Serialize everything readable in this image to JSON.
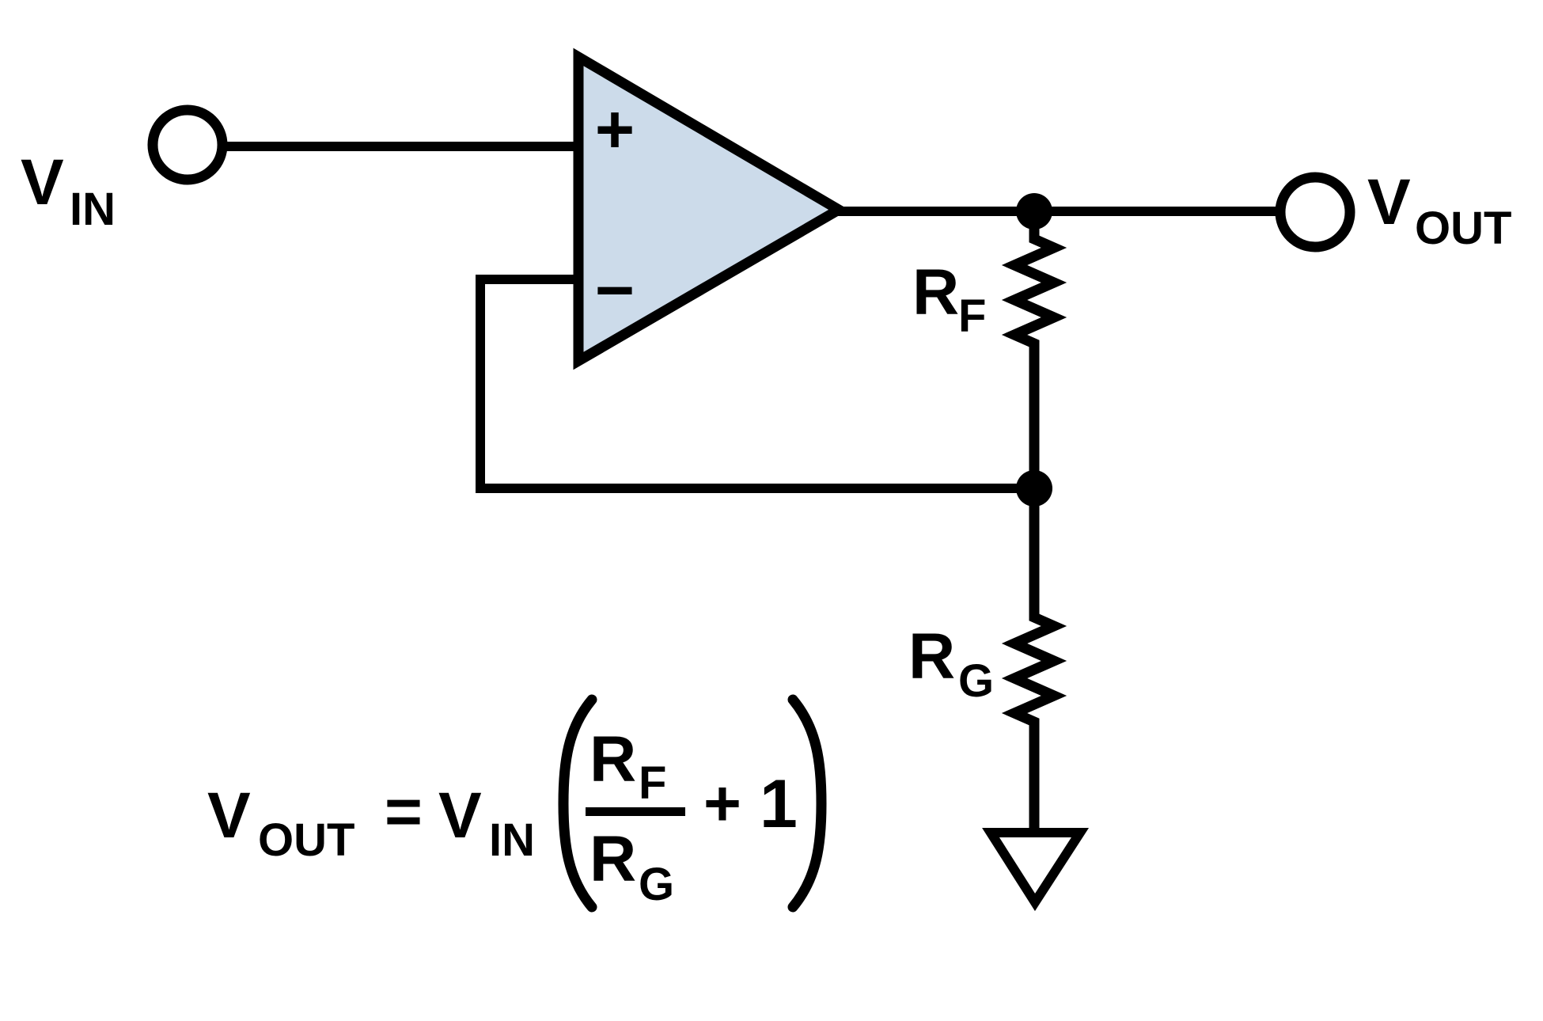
{
  "diagram": {
    "title": "Non-inverting op-amp amplifier schematic",
    "background": "#ffffff",
    "line_color": "#000000",
    "opamp_fill": "#ccdbea"
  },
  "labels": {
    "vin": {
      "main": "V",
      "sub": "IN"
    },
    "vout": {
      "main": "V",
      "sub": "OUT"
    },
    "rf": {
      "main": "R",
      "sub": "F"
    },
    "rg": {
      "main": "R",
      "sub": "G"
    },
    "opamp": {
      "plus": "+",
      "minus": "−"
    }
  },
  "formula": {
    "lhs": {
      "main": "V",
      "sub": "OUT"
    },
    "equals": "=",
    "rhs_v": {
      "main": "V",
      "sub": "IN"
    },
    "frac_num": {
      "main": "R",
      "sub": "F"
    },
    "frac_den": {
      "main": "R",
      "sub": "G"
    },
    "plus": "+",
    "one": "1"
  }
}
